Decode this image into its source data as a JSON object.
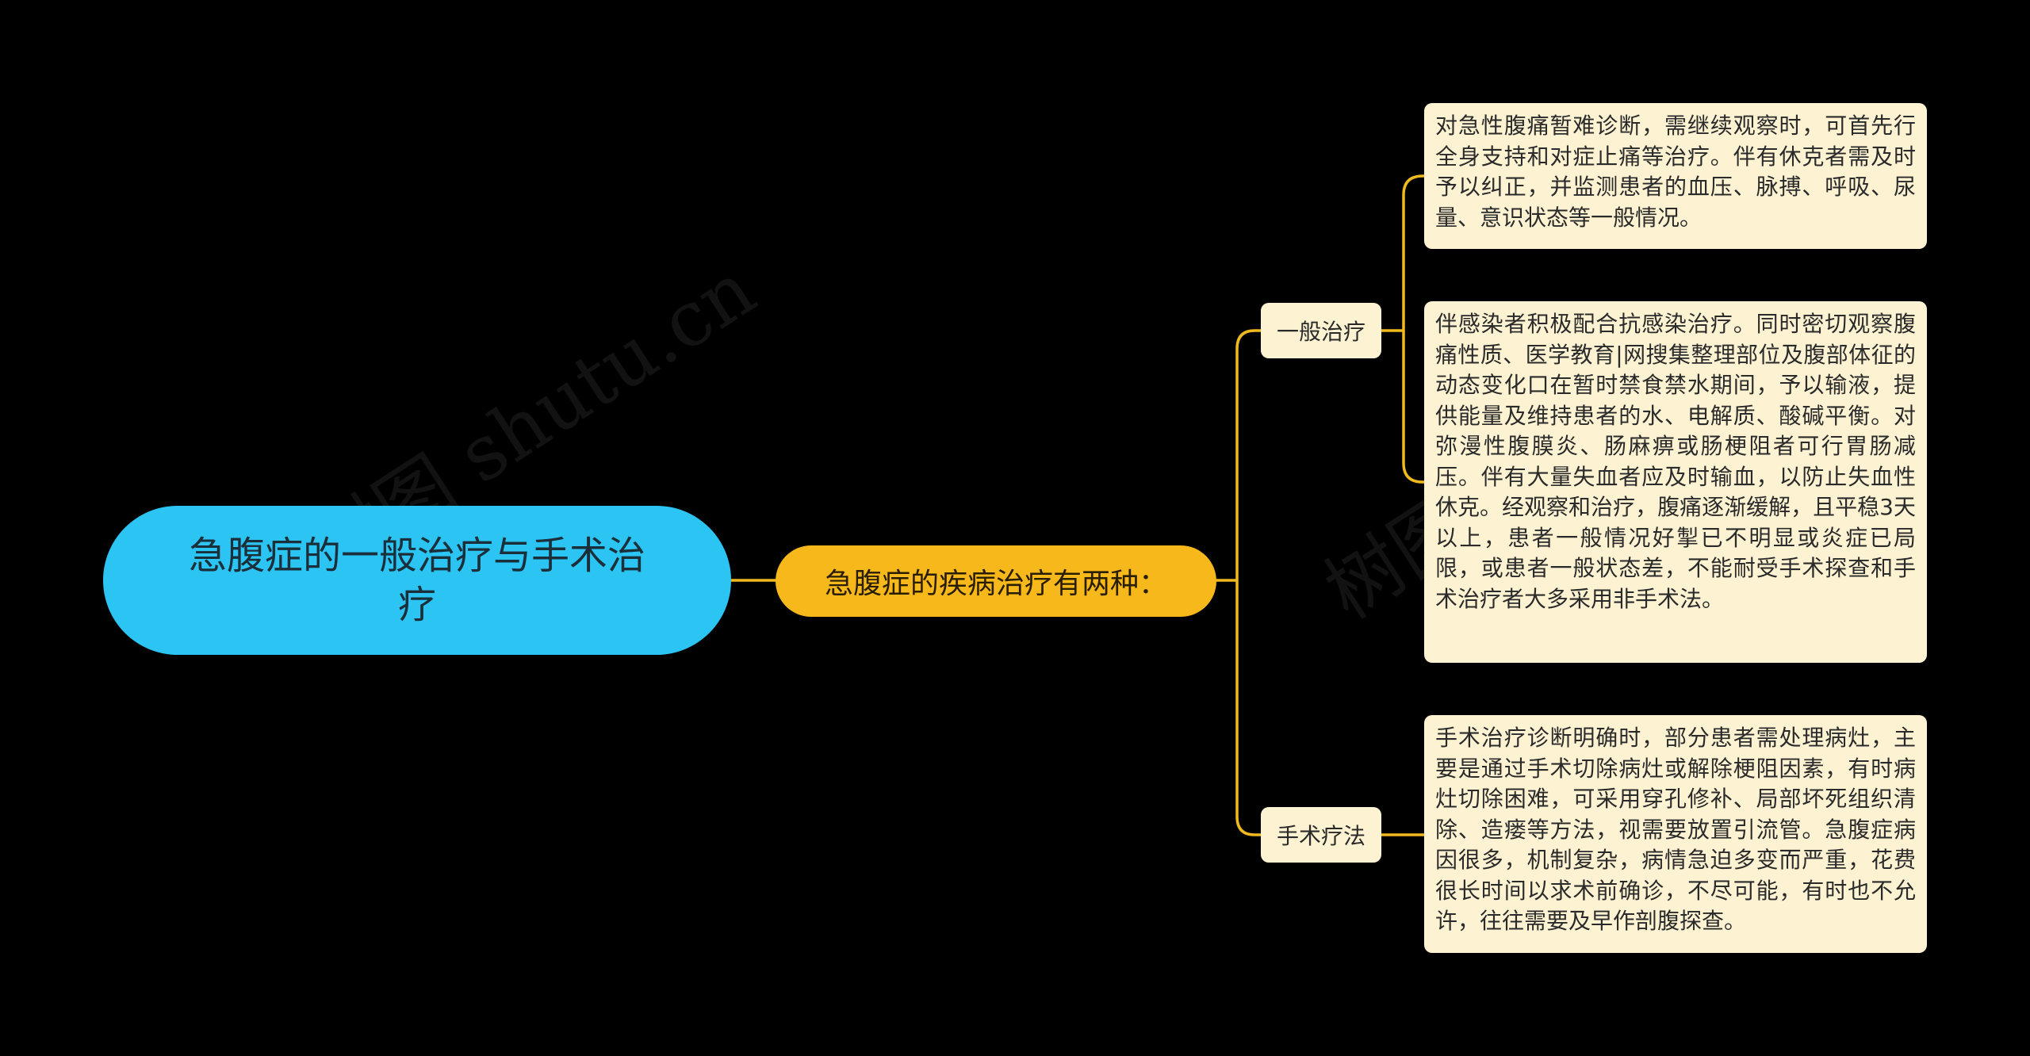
{
  "watermarks": [
    "树图 shutu.cn",
    "树图 shutu.cn"
  ],
  "colors": {
    "background": "#000000",
    "root_fill": "#2bc4f3",
    "mid_fill": "#f7b81b",
    "card_fill": "#fdf3d3",
    "connector": "#f0b91e"
  },
  "mindmap": {
    "root": "急腹症的一般治疗与手术治疗",
    "mid": "急腹症的疾病治疗有两种：",
    "branches": [
      {
        "label": "一般治疗",
        "leaves": [
          "对急性腹痛暂难诊断，需继续观察时，可首先行全身支持和对症止痛等治疗。伴有休克者需及时予以纠正，并监测患者的血压、脉搏、呼吸、尿量、意识状态等一般情况。",
          "伴感染者积极配合抗感染治疗。同时密切观察腹痛性质、医学教育|网搜集整理部位及腹部体征的动态变化口在暂时禁食禁水期间，予以输液，提供能量及维持患者的水、电解质、酸碱平衡。对弥漫性腹膜炎、肠麻痹或肠梗阻者可行胃肠减压。伴有大量失血者应及时输血，以防止失血性休克。经观察和治疗，腹痛逐渐缓解，且平稳3天以上，患者一般情况好掣已不明显或炎症已局限，或患者一般状态差，不能耐受手术探查和手术治疗者大多采用非手术法。"
        ]
      },
      {
        "label": "手术疗法",
        "leaves": [
          "手术治疗诊断明确时，部分患者需处理病灶，主要是通过手术切除病灶或解除梗阻因素，有时病灶切除困难，可采用穿孔修补、局部坏死组织清除、造瘘等方法，视需要放置引流管。急腹症病因很多，机制复杂，病情急迫多变而严重，花费很长时间以求术前确诊，不尽可能，有时也不允许，往往需要及早作剖腹探查。"
        ]
      }
    ]
  }
}
